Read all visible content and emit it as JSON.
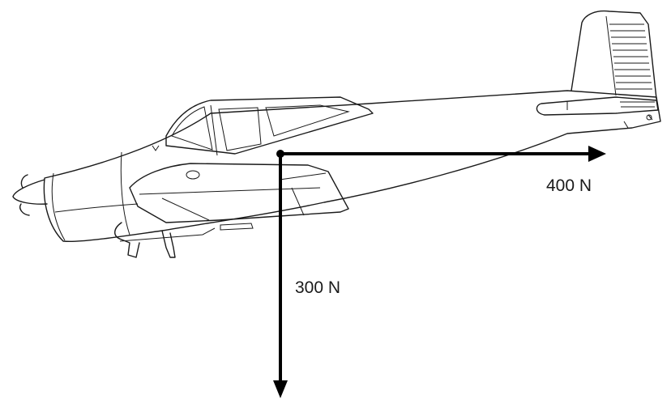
{
  "figure": {
    "subject_icon": "airplane-icon",
    "forces": [
      {
        "label": "400 N",
        "direction": "horizontal-right"
      },
      {
        "label": "300 N",
        "direction": "vertical-down"
      }
    ]
  },
  "colors": {
    "ink": "#1a1a1a",
    "vector": "#000000",
    "background": "#ffffff"
  }
}
